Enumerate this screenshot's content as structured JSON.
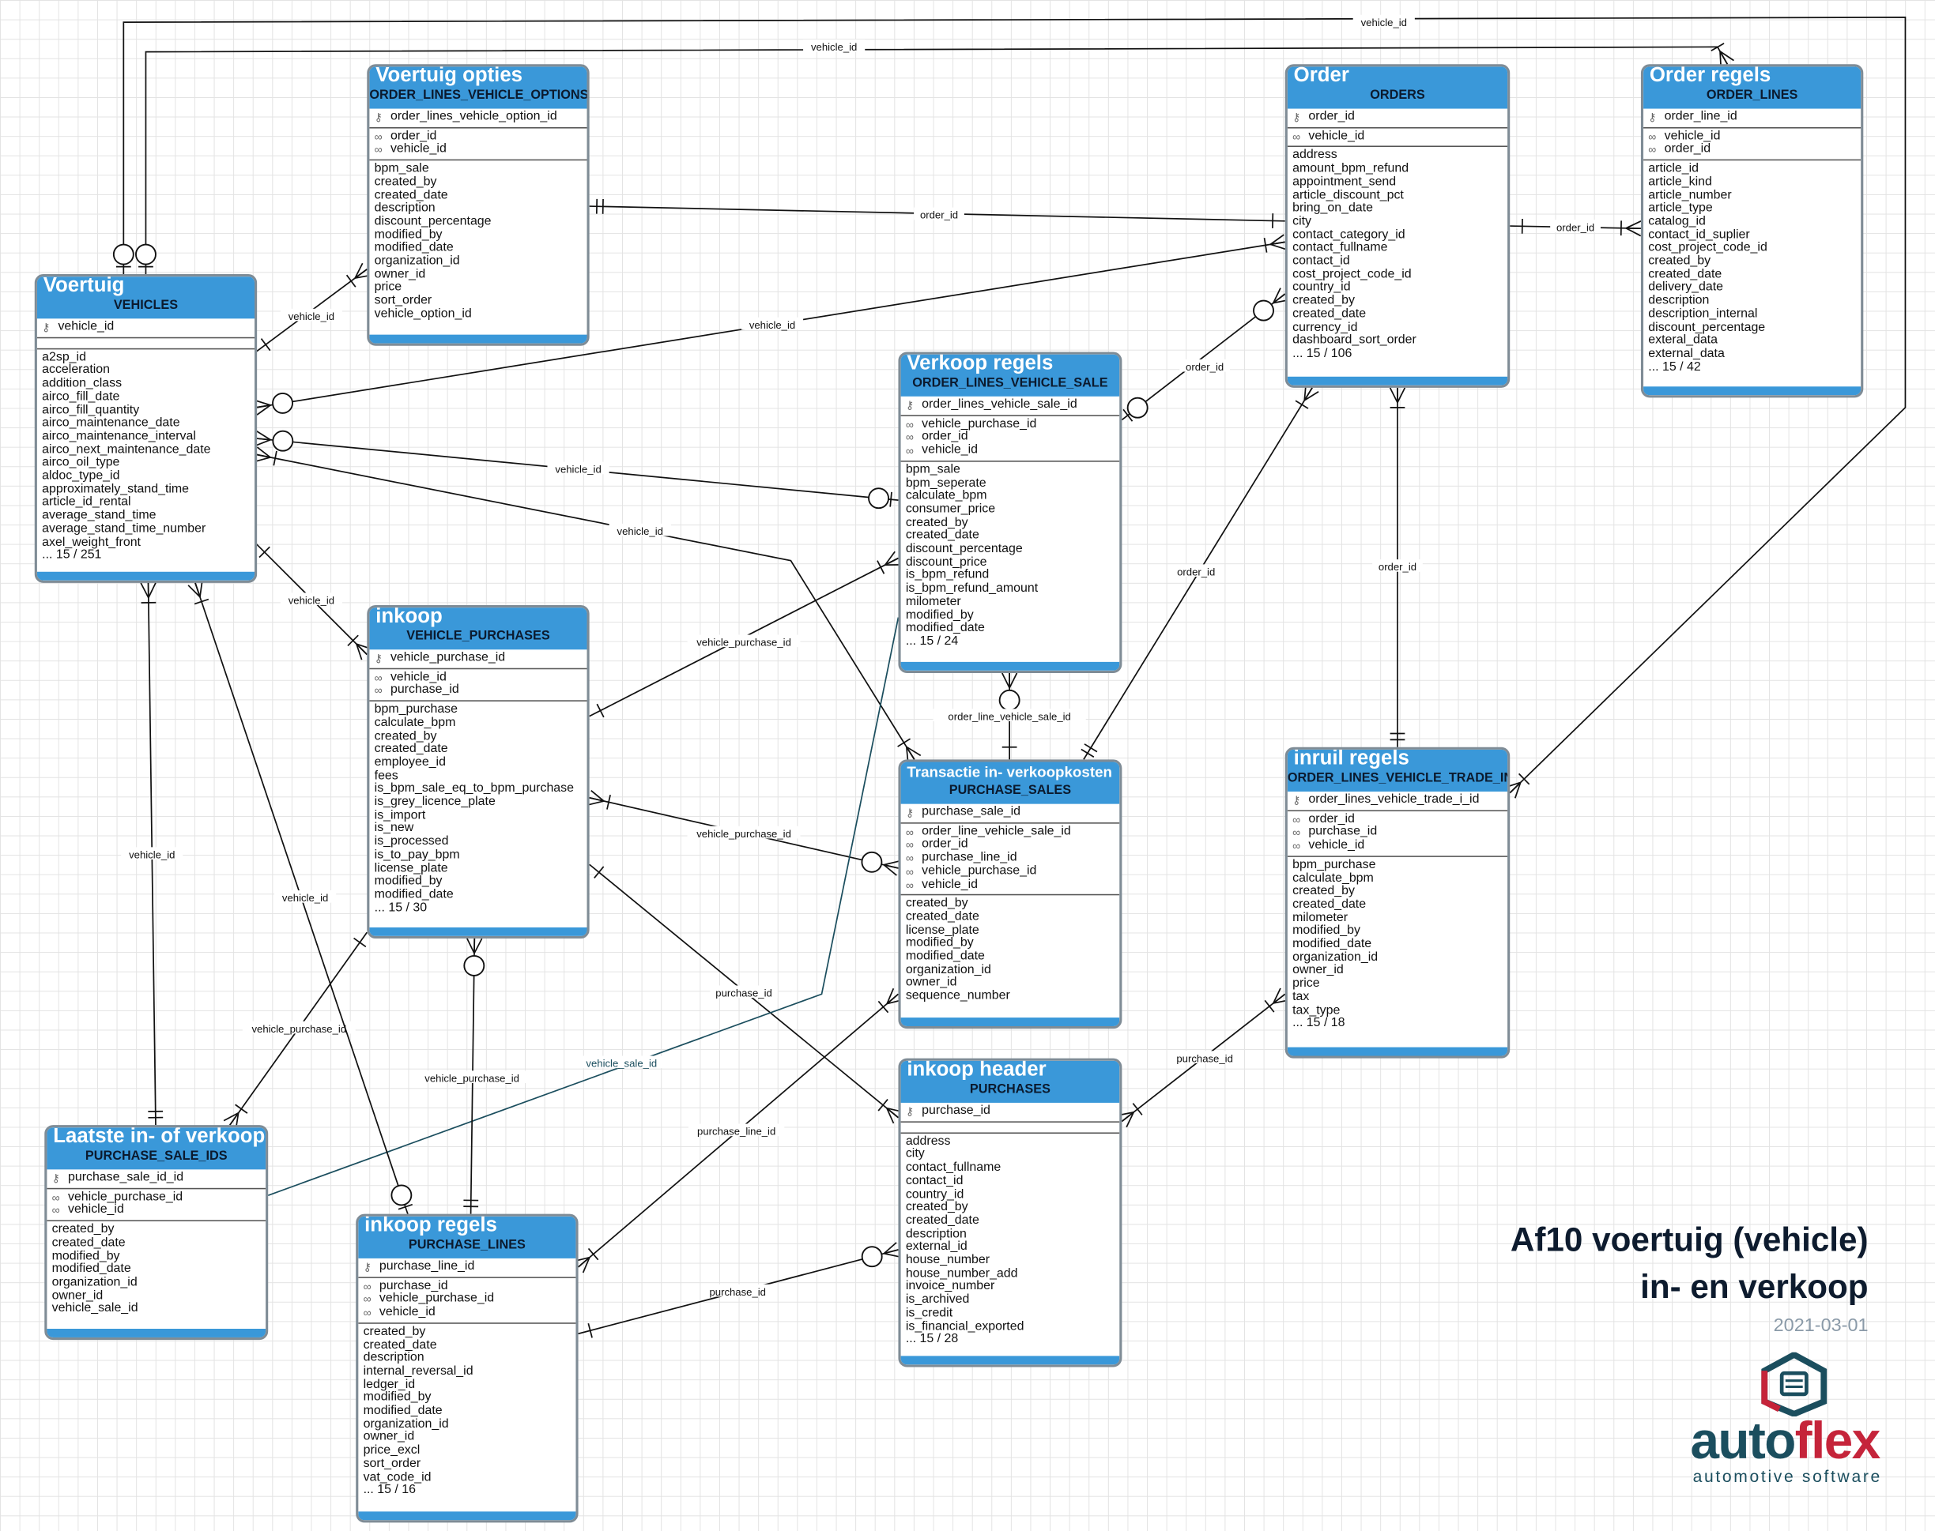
{
  "tables": {
    "vehicles": {
      "title": "Voertuig",
      "name": "VEHICLES",
      "pk": [
        "vehicle_id"
      ],
      "fk": [],
      "cols": [
        "a2sp_id",
        "acceleration",
        "addition_class",
        "airco_fill_date",
        "airco_fill_quantity",
        "airco_maintenance_date",
        "airco_maintenance_interval",
        "airco_next_maintenance_date",
        "airco_oil_type",
        "aldoc_type_id",
        "approximately_stand_time",
        "article_id_rental",
        "average_stand_time",
        "average_stand_time_number",
        "axel_weight_front",
        "... 15 / 251"
      ]
    },
    "options": {
      "title": "Voertuig opties",
      "name": "ORDER_LINES_VEHICLE_OPTIONS",
      "pk": [
        "order_lines_vehicle_option_id"
      ],
      "fk": [
        "order_id",
        "vehicle_id"
      ],
      "cols": [
        "bpm_sale",
        "created_by",
        "created_date",
        "description",
        "discount_percentage",
        "modified_by",
        "modified_date",
        "organization_id",
        "owner_id",
        "price",
        "sort_order",
        "vehicle_option_id"
      ]
    },
    "orders": {
      "title": "Order",
      "name": "ORDERS",
      "pk": [
        "order_id"
      ],
      "fk": [
        "vehicle_id"
      ],
      "cols": [
        "address",
        "amount_bpm_refund",
        "appointment_send",
        "article_discount_pct",
        "bring_on_date",
        "city",
        "contact_category_id",
        "contact_fullname",
        "contact_id",
        "cost_project_code_id",
        "country_id",
        "created_by",
        "created_date",
        "currency_id",
        "dashboard_sort_order",
        "... 15 / 106"
      ]
    },
    "order_lines": {
      "title": "Order regels",
      "name": "ORDER_LINES",
      "pk": [
        "order_line_id"
      ],
      "fk": [
        "vehicle_id",
        "order_id"
      ],
      "cols": [
        "article_id",
        "article_kind",
        "article_number",
        "article_type",
        "catalog_id",
        "contact_id_suplier",
        "cost_project_code_id",
        "created_by",
        "created_date",
        "delivery_date",
        "description",
        "description_internal",
        "discount_percentage",
        "exteral_data",
        "external_data",
        "... 15 / 42"
      ]
    },
    "sale": {
      "title": "Verkoop regels",
      "name": "ORDER_LINES_VEHICLE_SALE",
      "pk": [
        "order_lines_vehicle_sale_id"
      ],
      "fk": [
        "vehicle_purchase_id",
        "order_id",
        "vehicle_id"
      ],
      "cols": [
        "bpm_sale",
        "bpm_seperate",
        "calculate_bpm",
        "consumer_price",
        "created_by",
        "created_date",
        "discount_percentage",
        "discount_price",
        "is_bpm_refund",
        "is_bpm_refund_amount",
        "milometer",
        "modified_by",
        "modified_date",
        "... 15 / 24"
      ]
    },
    "purchases_v": {
      "title": "inkoop",
      "name": "VEHICLE_PURCHASES",
      "pk": [
        "vehicle_purchase_id"
      ],
      "fk": [
        "vehicle_id",
        "purchase_id"
      ],
      "cols": [
        "bpm_purchase",
        "calculate_bpm",
        "created_by",
        "created_date",
        "employee_id",
        "fees",
        "is_bpm_sale_eq_to_bpm_purchase",
        "is_grey_licence_plate",
        "is_import",
        "is_new",
        "is_processed",
        "is_to_pay_bpm",
        "license_plate",
        "modified_by",
        "modified_date",
        "... 15 / 30"
      ]
    },
    "psales": {
      "title": "Transactie in- verkoopkosten",
      "name": "PURCHASE_SALES",
      "pk": [
        "purchase_sale_id"
      ],
      "fk": [
        "order_line_vehicle_sale_id",
        "order_id",
        "purchase_line_id",
        "vehicle_purchase_id",
        "vehicle_id"
      ],
      "cols": [
        "created_by",
        "created_date",
        "license_plate",
        "modified_by",
        "modified_date",
        "organization_id",
        "owner_id",
        "sequence_number"
      ]
    },
    "tradein": {
      "title": "inruil regels",
      "name": "ORDER_LINES_VEHICLE_TRADE_IN",
      "pk": [
        "order_lines_vehicle_trade_i_id"
      ],
      "fk": [
        "order_id",
        "purchase_id",
        "vehicle_id"
      ],
      "cols": [
        "bpm_purchase",
        "calculate_bpm",
        "created_by",
        "created_date",
        "milometer",
        "modified_by",
        "modified_date",
        "organization_id",
        "owner_id",
        "price",
        "tax",
        "tax_type",
        "... 15 / 18"
      ]
    },
    "psids": {
      "title": "Laatste in- of verkoop",
      "name": "PURCHASE_SALE_IDS",
      "pk": [
        "purchase_sale_id_id"
      ],
      "fk": [
        "vehicle_purchase_id",
        "vehicle_id"
      ],
      "cols": [
        "created_by",
        "created_date",
        "modified_by",
        "modified_date",
        "organization_id",
        "owner_id",
        "vehicle_sale_id"
      ]
    },
    "plines": {
      "title": "inkoop regels",
      "name": "PURCHASE_LINES",
      "pk": [
        "purchase_line_id"
      ],
      "fk": [
        "purchase_id",
        "vehicle_purchase_id",
        "vehicle_id"
      ],
      "cols": [
        "created_by",
        "created_date",
        "description",
        "internal_reversal_id",
        "ledger_id",
        "modified_by",
        "modified_date",
        "organization_id",
        "owner_id",
        "price_excl",
        "sort_order",
        "vat_code_id",
        "... 15 / 16"
      ]
    },
    "purchases": {
      "title": "inkoop header",
      "name": "PURCHASES",
      "pk": [
        "purchase_id"
      ],
      "fk": [],
      "cols": [
        "address",
        "city",
        "contact_fullname",
        "contact_id",
        "country_id",
        "created_by",
        "created_date",
        "description",
        "external_id",
        "house_number",
        "house_number_add",
        "invoice_number",
        "is_archived",
        "is_credit",
        "is_financial_exported",
        "... 15 / 28"
      ]
    }
  },
  "relation_labels": {
    "top_vehicle": "vehicle_id",
    "top_vehicle_orderlines": "vehicle_id",
    "options_vehicle": "vehicle_id",
    "options_order": "order_id",
    "vehicle_order": "vehicle_id",
    "order_orderlines": "order_id",
    "sale_order": "order_id",
    "vehicle_sale": "vehicle_id",
    "vehicle_psales": "vehicle_id",
    "vehicle_purchases": "vehicle_id",
    "vp_sale": "vehicle_purchase_id",
    "sale_psales": "order_line_vehicle_sale_id",
    "order_psales": "order_id",
    "order_tradein": "order_id",
    "vp_psales": "vehicle_purchase_id",
    "purchases_psales": "purchase_id",
    "vehicle_psids": "vehicle_id",
    "vp_psids": "vehicle_purchase_id",
    "sale_psids": "vehicle_sale_id",
    "vehicle_plines": "vehicle_id",
    "vp_plines": "vehicle_purchase_id",
    "psales_plines": "purchase_line_id",
    "purchase_plines": "purchase_id",
    "tradein_purchase": "purchase_id"
  },
  "footer": {
    "line1": "Af10 voertuig (vehicle)",
    "line2": "in- en verkoop",
    "date": "2021-03-01"
  },
  "logo": {
    "word_a": "auto",
    "word_b": "flex",
    "tagline": "automotive software",
    "colors": {
      "dark": "#1b4e5e",
      "accent": "#c5243a"
    }
  },
  "colors": {
    "table_header": "#3a98d9",
    "table_border": "#7f8c96",
    "grid": "#e3e3e3"
  },
  "icons": {
    "pk": "key-icon",
    "fk": "link-icon"
  }
}
